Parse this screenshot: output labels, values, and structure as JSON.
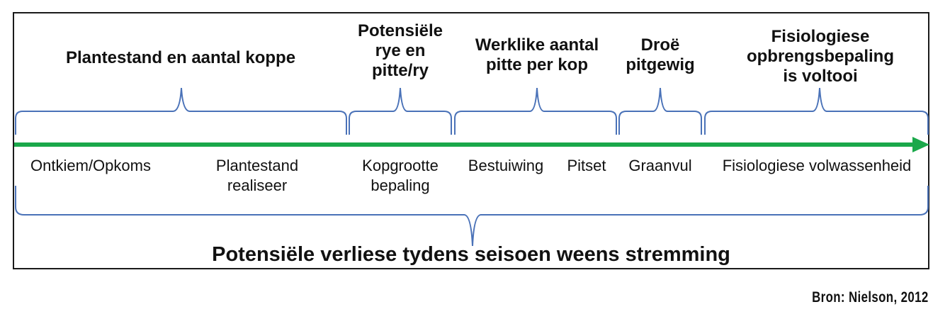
{
  "headers": {
    "plant_stand": [
      "Plantestand en aantal koppe"
    ],
    "rows_kernels": [
      "Potensiële",
      "rye en",
      "pitte/ry"
    ],
    "actual_kernels": [
      "Werklike aantal",
      "pitte per kop"
    ],
    "dry_weight": [
      "Droë",
      "pitgewig"
    ],
    "physiological": [
      "Fisiologiese",
      "opbrengsbepaling",
      "is voltooi"
    ]
  },
  "stages": {
    "germination": [
      "Ontkiem/Opkoms"
    ],
    "plant_stand": [
      "Plantestand",
      "realiseer"
    ],
    "head_size": [
      "Kopgrootte",
      "bepaling"
    ],
    "pollination": [
      "Bestuiwing"
    ],
    "kernel_set": [
      "Pitset"
    ],
    "grain_fill": [
      "Graanvul"
    ],
    "maturity": [
      "Fisiologiese volwassenheid"
    ]
  },
  "footer": "Potensiële verliese tydens seisoen weens stremming",
  "source": "Bron: Nielson, 2012",
  "colors": {
    "arrow": "#1aa84a",
    "brace": "#4a72b8",
    "text": "#111111",
    "border": "#1a1a1a"
  }
}
